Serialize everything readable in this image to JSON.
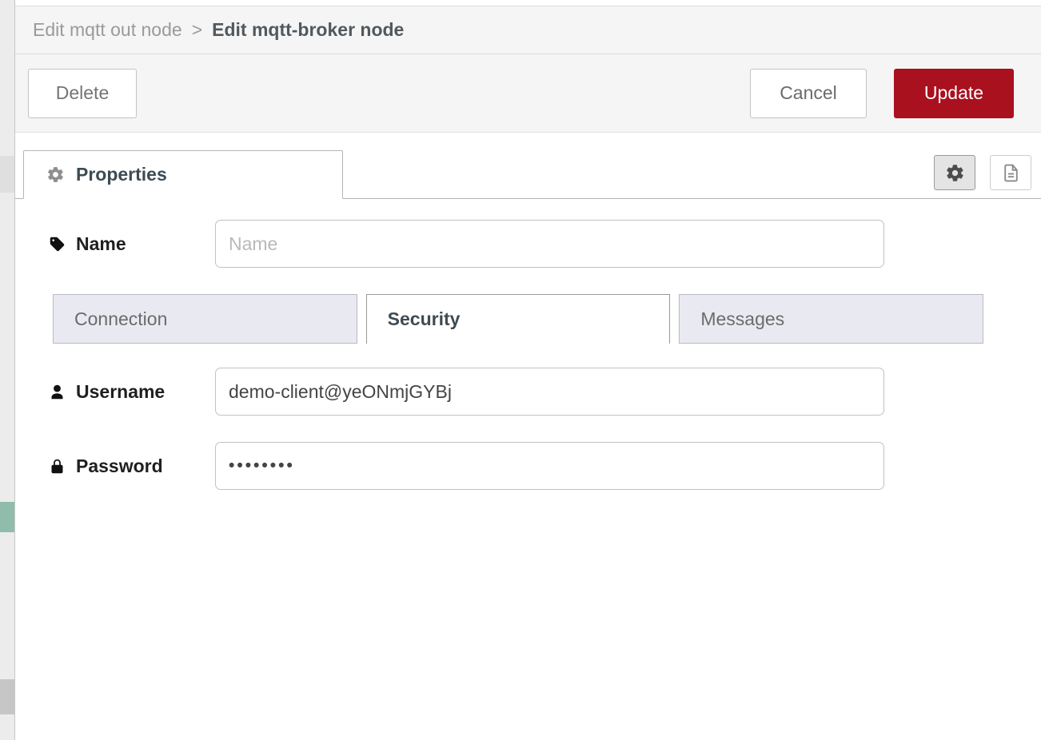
{
  "breadcrumb": {
    "parent": "Edit mqtt out node",
    "separator": ">",
    "current": "Edit mqtt-broker node"
  },
  "toolbar": {
    "delete": "Delete",
    "cancel": "Cancel",
    "update": "Update"
  },
  "editor": {
    "properties_tab": "Properties"
  },
  "form": {
    "name": {
      "label": "Name",
      "placeholder": "Name",
      "value": ""
    },
    "tabs": {
      "connection": "Connection",
      "security": "Security",
      "messages": "Messages",
      "active": "Security"
    },
    "username": {
      "label": "Username",
      "value": "demo-client@yeONmjGYBj"
    },
    "password": {
      "label": "Password",
      "value": "••••••••"
    }
  },
  "icons": {
    "properties": "gear-icon",
    "name_label": "tag-icon",
    "username_label": "user-icon",
    "password_label": "lock-icon",
    "settings_button": "gear-icon",
    "info_button": "doc-icon"
  },
  "colors": {
    "update_button": "#A9111F",
    "header_bg": "#F5F5F5",
    "inactive_tab_bg": "#E9E9F2",
    "active_tab_text": "#3F4B53",
    "workspace_fragment_teal": "#8FBCAB"
  }
}
